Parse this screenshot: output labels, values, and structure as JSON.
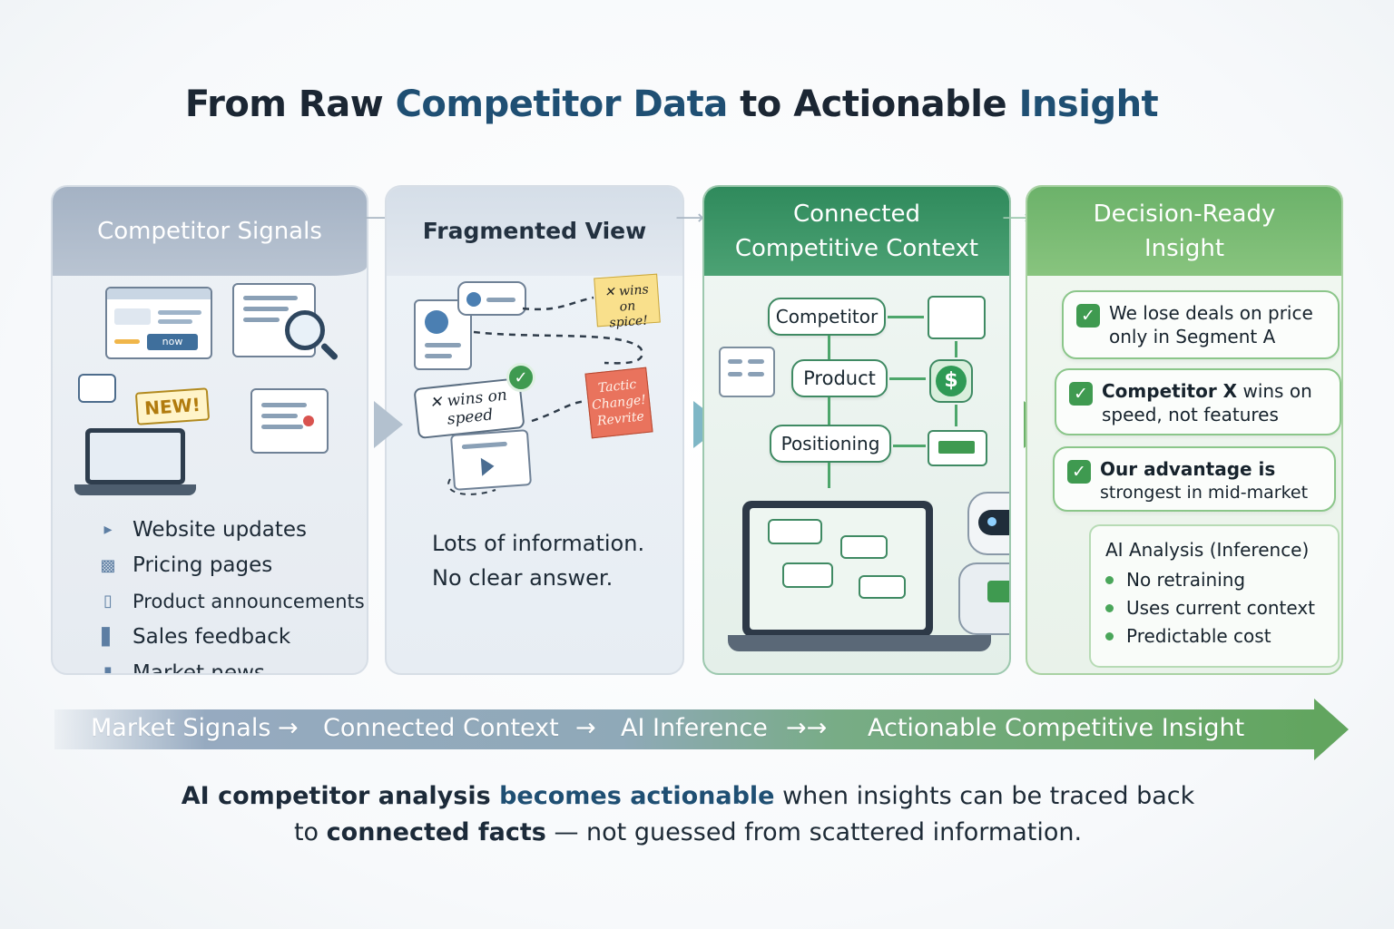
{
  "title": {
    "part1": "From Raw ",
    "part2": "Competitor Data",
    "part3": " to Actionable ",
    "part4": "Insight"
  },
  "panels": {
    "signals": {
      "heading": "Competitor Signals",
      "badge_new": "NEW!",
      "badge_now": "now",
      "items": [
        "Website updates",
        "Pricing pages",
        "Product announcements",
        "Sales feedback",
        "Market news"
      ]
    },
    "fragmented": {
      "heading": "Fragmented View",
      "note_wins_spice": "✕ wins on spice!",
      "note_wins_speed": "✕ wins on speed",
      "note_tactic": "Tactic Change! Revrite",
      "text_line1": "Lots of information.",
      "text_line2": "No clear answer."
    },
    "context": {
      "heading_line1": "Connected",
      "heading_line2": "Competitive Context",
      "nodes": [
        "Competitor",
        "Product",
        "Positioning"
      ]
    },
    "insight": {
      "heading_line1": "Decision-Ready",
      "heading_line2": "Insight",
      "cards": [
        {
          "bold": "We lose deals on price",
          "rest": "only in Segment A"
        },
        {
          "bold": "Competitor X",
          "rest": " wins on speed, not features"
        },
        {
          "bold": "Our advantage is",
          "rest": "strongest in mid-market"
        }
      ],
      "ai_title_bold": "AI Analysis",
      "ai_title_rest": " (Inference)",
      "ai_items": [
        "No retraining",
        "Uses current context",
        "Predictable cost"
      ]
    }
  },
  "flow": [
    "Market Signals",
    "→",
    "Connected Context",
    "→",
    "AI Inference",
    "→→",
    "Actionable Competitive Insight"
  ],
  "caption": {
    "a": "AI competitor analysis ",
    "b": "becomes actionable",
    "c": " when insights can be traced back",
    "d": "to ",
    "e": "connected facts",
    "f": " — not guessed from scattered information."
  },
  "colors": {
    "navy": "#1f4f73",
    "green_dark": "#2f8a5c",
    "green_light": "#6cb26a",
    "slate": "#a4b2c4"
  }
}
